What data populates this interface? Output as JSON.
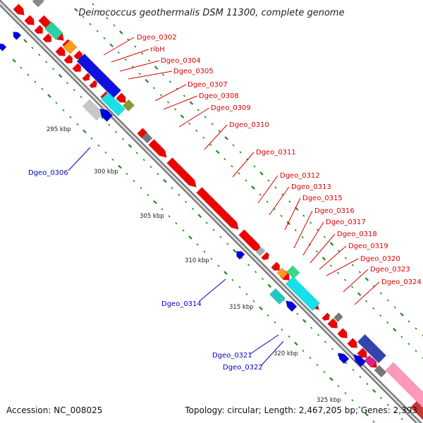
{
  "title": "Deinococcus geothermalis DSM 11300, complete genome",
  "accession": "Accession: NC_008025",
  "topology": "Topology: circular; Length: 2,467,205 bp; Genes: 2,393",
  "colors": {
    "forward_label": "#e00000",
    "reverse_label": "#0000cc",
    "backbone_dark": "#7f7f7f",
    "backbone_light": "#dcdcdc",
    "tick_dots": "#1a8a1a"
  },
  "ticks": [
    {
      "label": "295 kbp"
    },
    {
      "label": "300 kbp"
    },
    {
      "label": "305 kbp"
    },
    {
      "label": "310 kbp"
    },
    {
      "label": "315 kbp"
    },
    {
      "label": "320 kbp"
    },
    {
      "label": "325 kbp"
    }
  ],
  "forward_labels": [
    {
      "text": "Dgeo_0302"
    },
    {
      "text": "ribH"
    },
    {
      "text": "Dgeo_0304"
    },
    {
      "text": "Dgeo_0305"
    },
    {
      "text": "Dgeo_0307"
    },
    {
      "text": "Dgeo_0308"
    },
    {
      "text": "Dgeo_0309"
    },
    {
      "text": "Dgeo_0310"
    },
    {
      "text": "Dgeo_0311"
    },
    {
      "text": "Dgeo_0312"
    },
    {
      "text": "Dgeo_0313"
    },
    {
      "text": "Dgeo_0315"
    },
    {
      "text": "Dgeo_0316"
    },
    {
      "text": "Dgeo_0317"
    },
    {
      "text": "Dgeo_0318"
    },
    {
      "text": "Dgeo_0319"
    },
    {
      "text": "Dgeo_0320"
    },
    {
      "text": "Dgeo_0323"
    },
    {
      "text": "Dgeo_0324"
    }
  ],
  "reverse_labels": [
    {
      "text": "Dgeo_0306"
    },
    {
      "text": "Dgeo_0314"
    },
    {
      "text": "Dgeo_0321"
    },
    {
      "text": "Dgeo_0322"
    }
  ]
}
